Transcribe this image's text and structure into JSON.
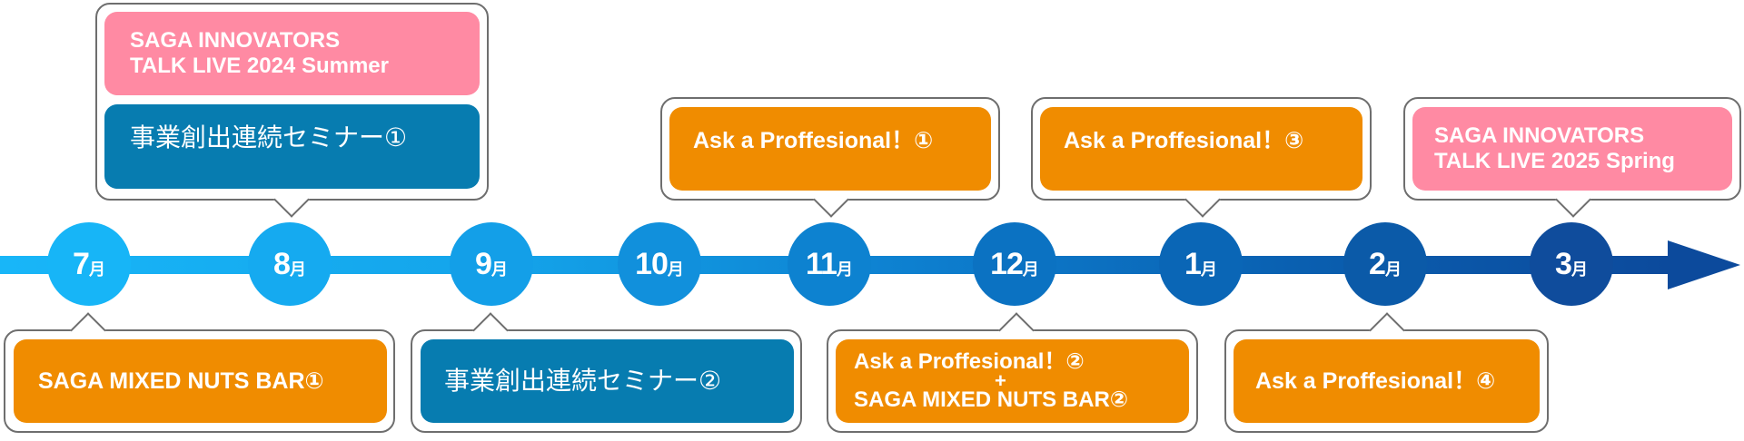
{
  "timeline": {
    "months": [
      {
        "num": "7",
        "unit": "月",
        "color": "#17b5f7"
      },
      {
        "num": "8",
        "unit": "月",
        "color": "#15aaf0"
      },
      {
        "num": "9",
        "unit": "月",
        "color": "#139fe8"
      },
      {
        "num": "10",
        "unit": "月",
        "color": "#1190dc"
      },
      {
        "num": "11",
        "unit": "月",
        "color": "#0d82d0"
      },
      {
        "num": "12",
        "unit": "月",
        "color": "#0b72c2"
      },
      {
        "num": "1",
        "unit": "月",
        "color": "#0a66b6"
      },
      {
        "num": "2",
        "unit": "月",
        "color": "#0b5aa8"
      },
      {
        "num": "3",
        "unit": "月",
        "color": "#0f4c9c"
      }
    ]
  },
  "events": {
    "aug_talk_live": "SAGA INNOVATORS\nTALK LIVE 2024 Summer",
    "aug_seminar": "事業創出連続セミナー①",
    "nov_ask": "Ask a Proffesional！①",
    "jan_ask": "Ask a Proffesional！③",
    "mar_talk_live": "SAGA INNOVATORS\nTALK LIVE 2025 Spring",
    "jul_nuts_bar": "SAGA MIXED NUTS BAR①",
    "sep_seminar": "事業創出連続セミナー②",
    "dec_combo_line1": "Ask a Proffesional！②",
    "dec_combo_plus": "+",
    "dec_combo_line2": "SAGA MIXED NUTS BAR②",
    "feb_ask": "Ask a Proffesional！④"
  },
  "colors": {
    "talk_live": "#ff8aa3",
    "seminar": "#077cb0",
    "ask_professional": "#f08c00",
    "timeline_start": "#18b6f8",
    "timeline_end": "#0c4a9c"
  }
}
